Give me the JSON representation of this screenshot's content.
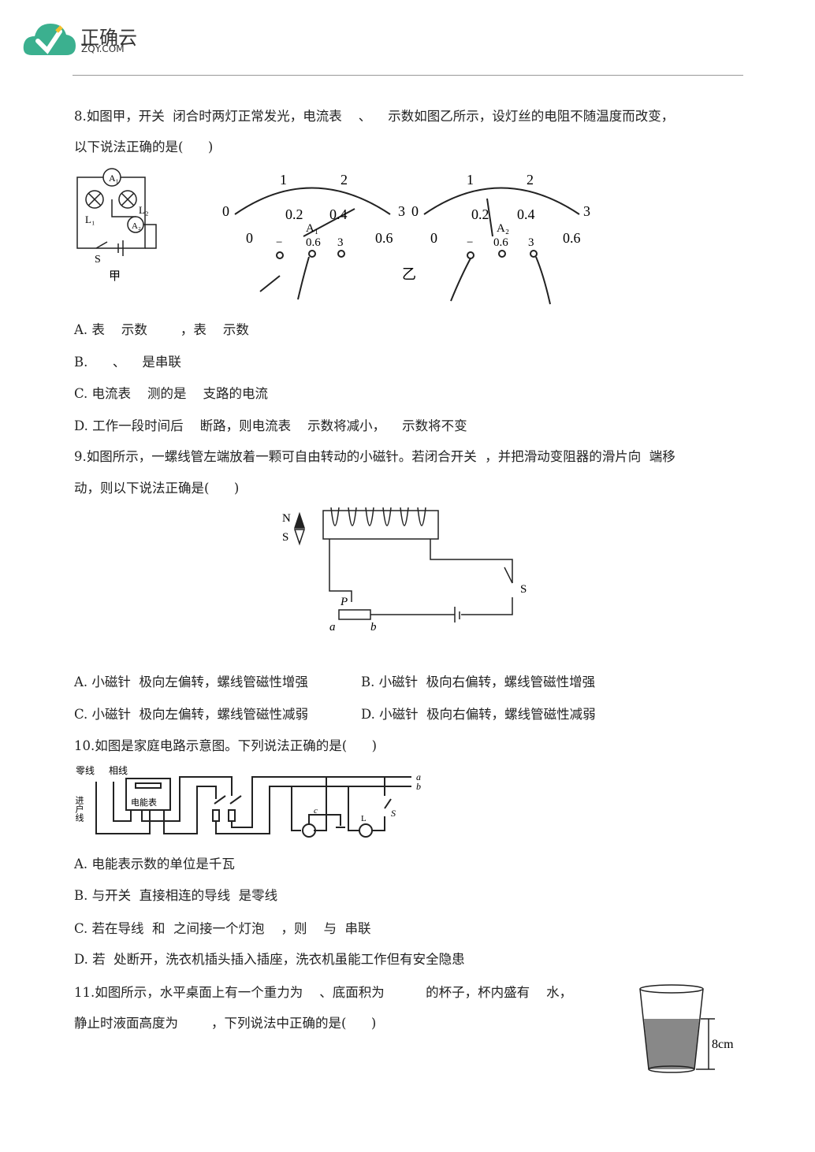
{
  "header": {
    "brand": "正确云",
    "domain": "ZQY.COM",
    "logo_color": "#3bb08f"
  },
  "q8": {
    "stem1": "8.如图甲，开关  闭合时两灯正常发光，电流表    、    示数如图乙所示，设灯丝的电阻不随温度而改变，",
    "stem2": "以下说法正确的是(      )",
    "options": [
      "A. 表    示数        ，表    示数",
      "B.      、    是串联",
      "C. 电流表    测的是    支路的电流",
      "D. 工作一段时间后    断路，则电流表    示数将减小，    示数将不变"
    ],
    "fig": {
      "a1": "A₁",
      "a2": "A₂",
      "l1": "L₁",
      "l2": "L₂",
      "s": "S",
      "jia": "甲",
      "yi": "乙",
      "scale_top": [
        "0",
        "1",
        "2",
        "3"
      ],
      "scale_mid": [
        "0.2",
        "0.4"
      ],
      "scale_bottom": [
        "0",
        "0.6"
      ],
      "terms": [
        "−",
        "0.6",
        "3"
      ]
    }
  },
  "q9": {
    "stem1": "9.如图所示，一螺线管左端放着一颗可自由转动的小磁针。若闭合开关  ，并把滑动变阻器的滑片向  端移",
    "stem2": "动，则以下说法正确是(      )",
    "options": [
      "A. 小磁针  极向左偏转，螺线管磁性增强",
      "B. 小磁针  极向右偏转，螺线管磁性增强",
      "C. 小磁针  极向左偏转，螺线管磁性减弱",
      "D. 小磁针  极向右偏转，螺线管磁性减弱"
    ],
    "fig": {
      "n": "N",
      "s": "S",
      "p": "P",
      "a": "a",
      "b": "b",
      "switch": "S"
    }
  },
  "q10": {
    "stem": "10.如图是家庭电路示意图。下列说法正确的是(      )",
    "options": [
      "A. 电能表示数的单位是千瓦",
      "B. 与开关  直接相连的导线  是零线",
      "C. 若在导线  和  之间接一个灯泡    ，则    与  串联",
      "D. 若  处断开，洗衣机插头插入插座，洗衣机虽能工作但有安全隐患"
    ],
    "fig": {
      "neutral": "零线",
      "live": "相线",
      "incoming": "进户线",
      "meter": "电能表",
      "a": "a",
      "b": "b",
      "c": "c",
      "l": "L",
      "s": "S"
    }
  },
  "q11": {
    "stem1": "11.如图所示，水平桌面上有一个重力为    、底面积为          的杯子，杯内盛有    水，",
    "stem2": "静止时液面高度为        ，下列说法中正确的是(      )",
    "fig": {
      "height": "8cm"
    }
  }
}
